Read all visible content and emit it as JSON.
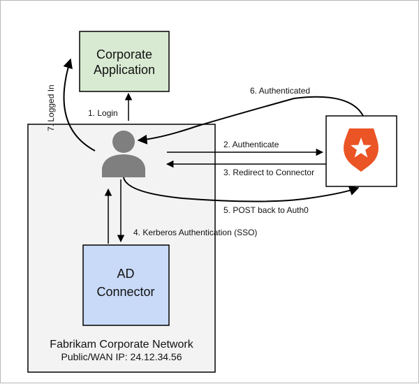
{
  "nodes": {
    "corporate_app": {
      "line1": "Corporate",
      "line2": "Application",
      "fill": "#d9ead3"
    },
    "ad_connector": {
      "line1": "AD",
      "line2": "Connector",
      "fill": "#c9daf8"
    },
    "network": {
      "title": "Fabrikam Corporate Network",
      "subtitle": "Public/WAN IP: 24.12.34.56",
      "fill": "#f3f3f3"
    },
    "auth0": {
      "color": "#eb5424",
      "icon": "auth0-shield-star-icon"
    },
    "user": {
      "color": "#7f7f7f",
      "icon": "user-icon"
    }
  },
  "edges": {
    "login": "1. Login",
    "authenticate": "2. Authenticate",
    "redirect": "3. Redirect to Connector",
    "kerberos": "4. Kerberos Authentication (SSO)",
    "post_back": "5. POST back to Auth0",
    "authenticated": "6. Authenticated",
    "logged_in": "7. Logged In"
  }
}
